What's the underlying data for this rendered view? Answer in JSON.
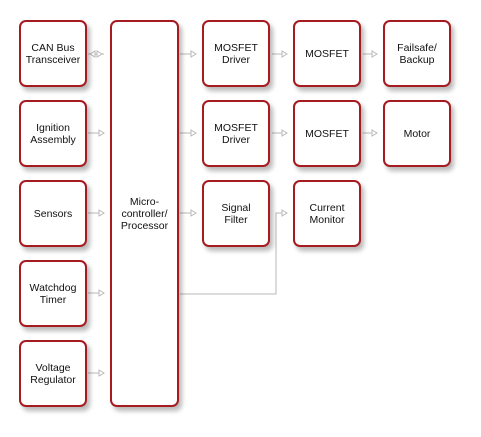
{
  "colors": {
    "block_border": "#a61b1f",
    "wire": "#b8b8b8",
    "text": "#111111"
  },
  "blocks": {
    "can": "CAN Bus\nTransceiver",
    "ignition": "Ignition\nAssembly",
    "sensors": "Sensors",
    "watchdog": "Watchdog\nTimer",
    "voltage": "Voltage\nRegulator",
    "mcu": "Micro-\ncontroller/\nProcessor",
    "driver1": "MOSFET\nDriver",
    "driver2": "MOSFET\nDriver",
    "filter": "Signal\nFilter",
    "mosfet1": "MOSFET",
    "mosfet2": "MOSFET",
    "monitor": "Current\nMonitor",
    "failsafe": "Failsafe/\nBackup",
    "motor": "Motor"
  }
}
